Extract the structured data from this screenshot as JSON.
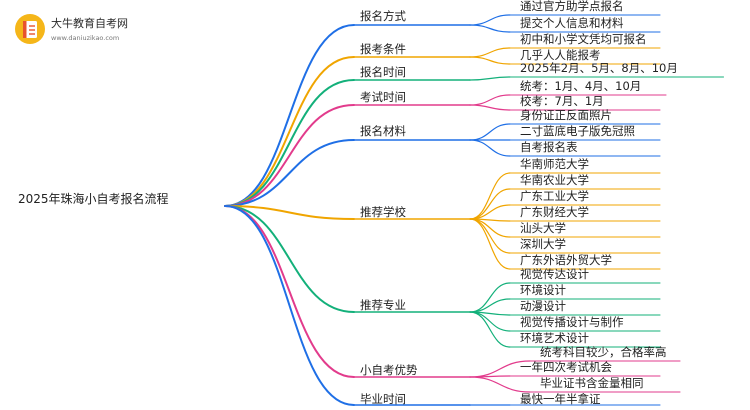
{
  "logo": {
    "title": "大牛教育自考网",
    "url": "www.daniuzikao.com",
    "icon": "book-icon",
    "colors": {
      "badge": "#f5b619",
      "accent": "#e8532d"
    }
  },
  "mindmap": {
    "root": "2025年珠海小自考报名流程",
    "branches": [
      {
        "label": "报名方式",
        "color": "#1f6fe6",
        "children": [
          "通过官方助学点报名",
          "提交个人信息和材料"
        ]
      },
      {
        "label": "报考条件",
        "color": "#f0a500",
        "children": [
          "初中和小学文凭均可报名",
          "几乎人人能报考"
        ]
      },
      {
        "label": "报名时间",
        "color": "#13b07a",
        "children": [
          "2025年2月、5月、8月、10月"
        ]
      },
      {
        "label": "考试时间",
        "color": "#e23b8c",
        "children": [
          "统考：1月、4月、10月",
          "校考：7月、1月"
        ]
      },
      {
        "label": "报名材料",
        "color": "#1f6fe6",
        "children": [
          "身份证正反面照片",
          "二寸蓝底电子版免冠照",
          "自考报名表"
        ]
      },
      {
        "label": "推荐学校",
        "color": "#f0a500",
        "children": [
          "华南师范大学",
          "华南农业大学",
          "广东工业大学",
          "广东财经大学",
          "汕头大学",
          "深圳大学",
          "广东外语外贸大学"
        ]
      },
      {
        "label": "推荐专业",
        "color": "#13b07a",
        "children": [
          "视觉传达设计",
          "环境设计",
          "动漫设计",
          "视觉传播设计与制作",
          "环境艺术设计"
        ]
      },
      {
        "label": "小自考优势",
        "color": "#e23b8c",
        "children": [
          "统考科目较少，合格率高",
          "一年四次考试机会",
          "毕业证书含金量相同"
        ]
      },
      {
        "label": "毕业时间",
        "color": "#1f6fe6",
        "children": [
          "最快一年半拿证"
        ]
      }
    ]
  }
}
